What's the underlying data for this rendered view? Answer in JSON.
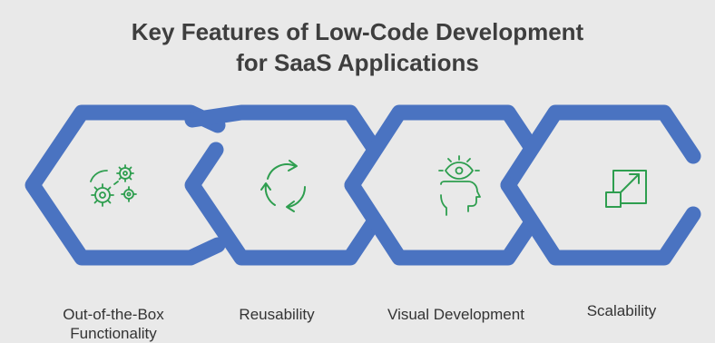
{
  "title_lines": [
    "Key Features of Low-Code Development",
    "for SaaS Applications"
  ],
  "features": [
    {
      "label_lines": [
        "Out-of-the-Box",
        "Functionality"
      ],
      "icon": "gears-icon"
    },
    {
      "label_lines": [
        "Reusability"
      ],
      "icon": "recycle-arrows-icon"
    },
    {
      "label_lines": [
        "Visual Development"
      ],
      "icon": "eye-head-icon"
    },
    {
      "label_lines": [
        "Scalability"
      ],
      "icon": "expand-arrow-icon"
    }
  ],
  "colors": {
    "background": "#e9e9e9",
    "chain": "#4a73c1",
    "icon": "#2e9e4f",
    "title": "#3e3e3e",
    "label": "#333333"
  }
}
